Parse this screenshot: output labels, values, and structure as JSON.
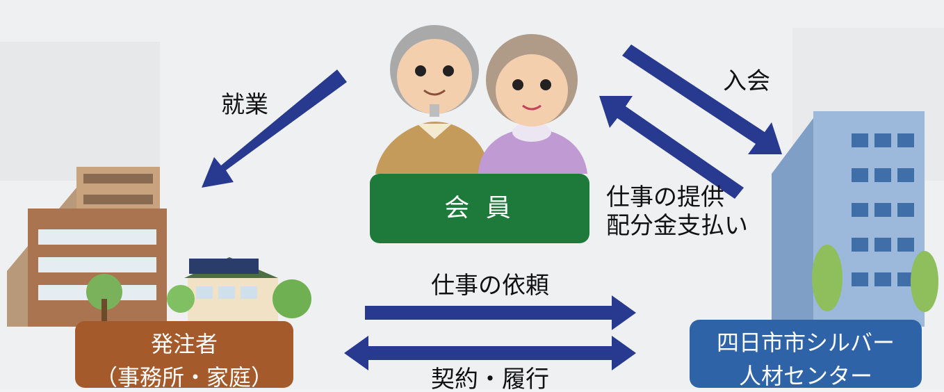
{
  "diagram": {
    "member_box": {
      "label": "会 員",
      "color": "#1e7a3a"
    },
    "client_box": {
      "line1": "発注者",
      "line2": "（事務所・家庭）",
      "color": "#a45a2a"
    },
    "center_box": {
      "line1": "四日市市シルバー",
      "line2": "人材センター",
      "color": "#2f63a8"
    },
    "arrows": {
      "employment": "就業",
      "join": "入会",
      "provide_line1": "仕事の提供",
      "provide_line2": "配分金支払い",
      "request": "仕事の依頼",
      "contract": "契約・履行",
      "arrow_color": "#283a8f"
    }
  }
}
